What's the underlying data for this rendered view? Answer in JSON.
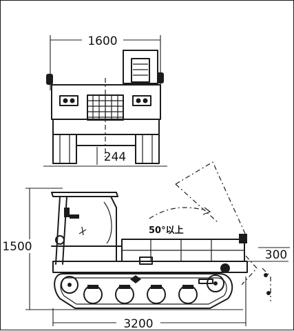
{
  "dimensions": {
    "width_front": "1600",
    "track_gap": "244",
    "height": "1500",
    "length": "3200",
    "dump_clearance": "300"
  },
  "annotations": {
    "dump_angle": "50°以上"
  }
}
